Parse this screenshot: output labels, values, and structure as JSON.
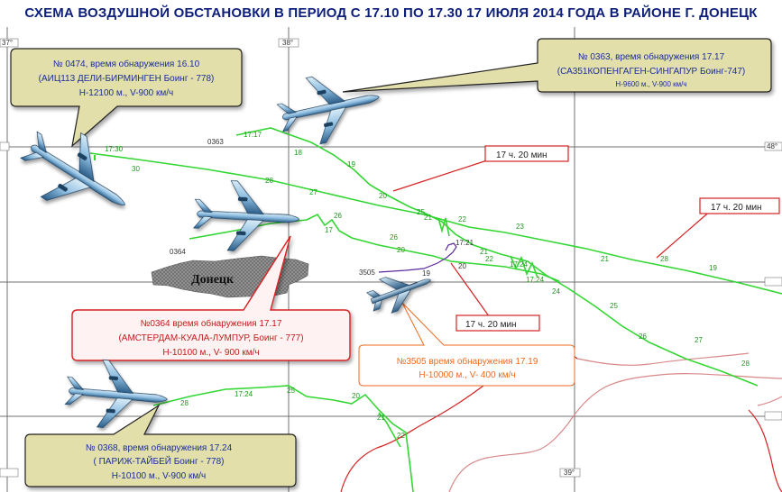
{
  "title": "СХЕМА ВОЗДУШНОЙ ОБСТАНОВКИ В ПЕРИОД С 17.10  ПО 17.30 17 ИЮЛЯ 2014 ГОДА В РАЙОНЕ Г. ДОНЕЦК",
  "city": "Донецк",
  "grid_labels": {
    "lon37": "37°",
    "lon38": "38°",
    "lon39": "39°",
    "lat48": "48°"
  },
  "colors": {
    "title": "#0d1f7a",
    "route": "#33d633",
    "route_label": "#1c9a1c",
    "red_line": "#d62020",
    "red_light": "#d88888",
    "grid": "#707070",
    "callout_olive": "#e2dfaa",
    "callout_red_fill": "#fff2f2",
    "callout_orange": "#ee6a1f",
    "label_blue": "#1b2f99",
    "label_red": "#c41a1a"
  },
  "callouts": {
    "c0474": {
      "line1": "№ 0474, время обнаружения 16.10",
      "line2": "(АИЦ113 ДЕЛИ-БИРМИНГЕН Боинг - 778)",
      "line3": "Н-12100 м., V-900 км/ч"
    },
    "c0363": {
      "line1": "№ 0363, время обнаружения 17.17",
      "line2": "(СА351КОПЕНГАГЕН-СИНГАПУР Боинг-747)",
      "line3": "Н-9600 м., V-900 км/ч"
    },
    "c0364": {
      "line1": "№0364 время обнаружения 17.17",
      "line2": "(АМСТЕРДАМ-КУАЛА-ЛУМПУР, Боинг - 777)",
      "line3": "Н-10100 м., V- 900 км/ч"
    },
    "c3505": {
      "line1": "№3505 время обнаружения 17.19",
      "line2": "Н-10000 м., V- 400 км/ч"
    },
    "c0368": {
      "line1": "№ 0368, время обнаружения 17.24",
      "line2": "( ПАРИЖ-ТАЙБЕЙ Боинг - 778)",
      "line3": "Н-10100 м., V-900 км/ч"
    }
  },
  "time_markers": {
    "t1": "17 ч. 20 мин",
    "t2": "17 ч. 20 мин",
    "t3": "17 ч. 20 мин"
  },
  "track_labels": {
    "id0363": "0363",
    "id0364": "0364",
    "id3505": "3505",
    "t1730": "17:30",
    "t1717": "17:17",
    "t1721": "17:21",
    "t1724a": "17:24",
    "t1724b": "17:24",
    "t1724c": "17:24",
    "n18": "18",
    "n19a": "19",
    "n19b": "19",
    "n19c": "19",
    "n19d": "19",
    "n20a": "20",
    "n20b": "20",
    "n21a": "21",
    "n21b": "21",
    "n21c": "21",
    "n22a": "22",
    "n22b": "22",
    "n23": "23",
    "n24": "24",
    "n25a": "25",
    "n25b": "25",
    "n26a": "26",
    "n26b": "26",
    "n27": "27",
    "n28a": "28",
    "n28b": "28",
    "n30": "30",
    "n17": "17"
  }
}
